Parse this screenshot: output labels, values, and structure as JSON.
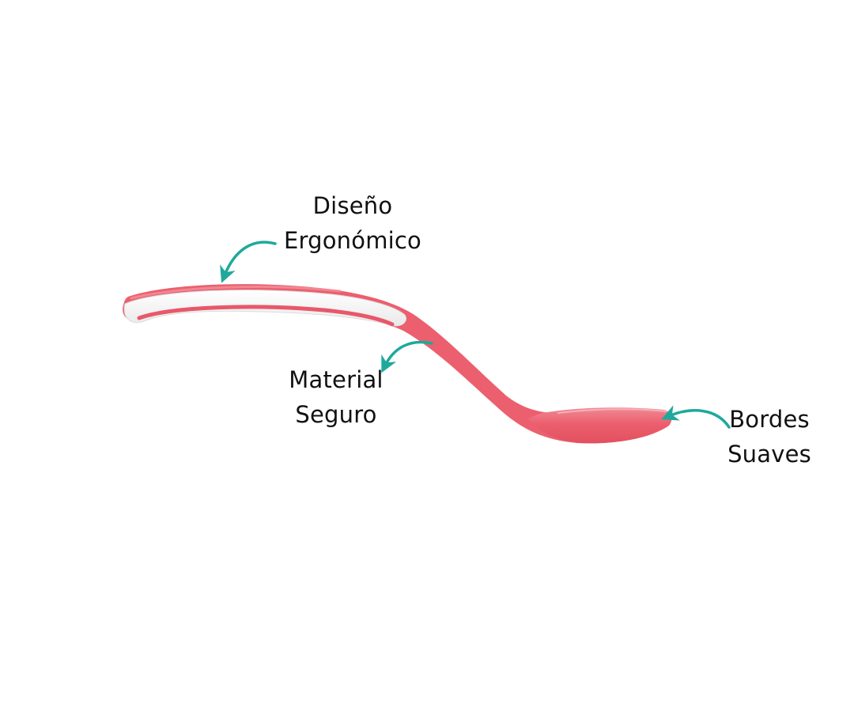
{
  "colors": {
    "spoon": "#ec5f6e",
    "spoon_dark": "#d9485a",
    "handle_insert": "#f6f6f6",
    "arrow": "#1fa99b",
    "text": "#111111",
    "background": "#ffffff"
  },
  "callouts": [
    {
      "id": "ergonomic",
      "lines": [
        "Diseño",
        "Ergonómico"
      ]
    },
    {
      "id": "material",
      "lines": [
        "Material",
        "Seguro"
      ]
    },
    {
      "id": "edges",
      "lines": [
        "Bordes",
        "Suaves"
      ]
    }
  ]
}
